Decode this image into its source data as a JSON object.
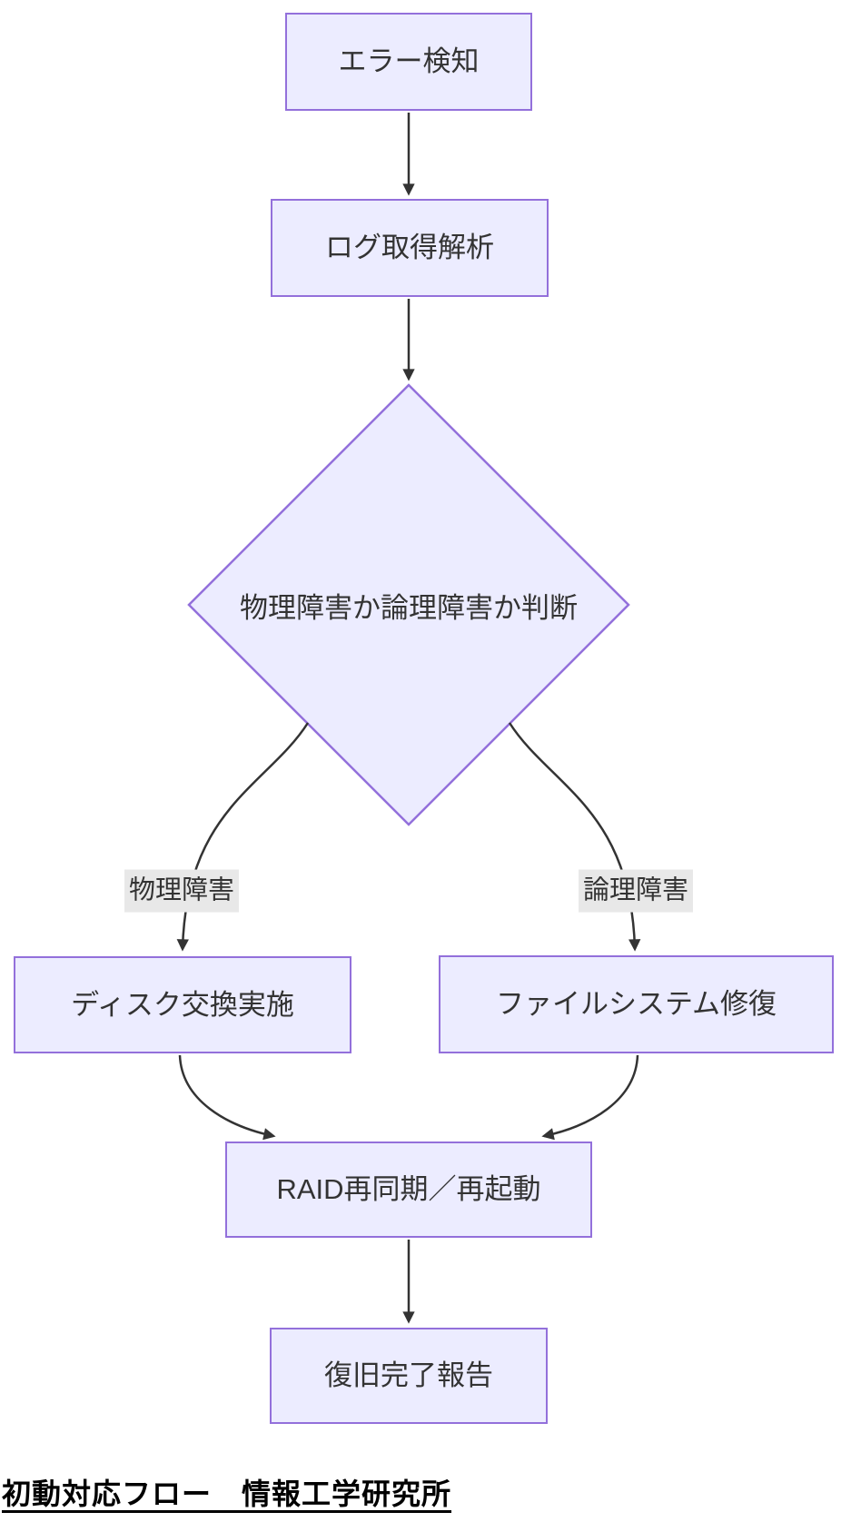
{
  "diagram": {
    "type": "flowchart",
    "direction": "top-down",
    "nodes": {
      "error_detection": "エラー検知",
      "log_analysis": "ログ取得解析",
      "decision": "物理障害か論理障害か判断",
      "disk_replacement": "ディスク交換実施",
      "filesystem_repair": "ファイルシステム修復",
      "raid_resync": "RAID再同期／再起動",
      "recovery_report": "復旧完了報告"
    },
    "edge_labels": {
      "physical": "物理障害",
      "logical": "論理障害"
    },
    "edges": [
      {
        "from": "error_detection",
        "to": "log_analysis",
        "label": ""
      },
      {
        "from": "log_analysis",
        "to": "decision",
        "label": ""
      },
      {
        "from": "decision",
        "to": "disk_replacement",
        "label": "物理障害"
      },
      {
        "from": "decision",
        "to": "filesystem_repair",
        "label": "論理障害"
      },
      {
        "from": "disk_replacement",
        "to": "raid_resync",
        "label": ""
      },
      {
        "from": "filesystem_repair",
        "to": "raid_resync",
        "label": ""
      },
      {
        "from": "raid_resync",
        "to": "recovery_report",
        "label": ""
      }
    ],
    "caption": "初動対応フロー　情報工学研究所",
    "colors": {
      "node_fill": "#ECECFF",
      "node_border": "#9370DB",
      "edge_line": "#333333",
      "edge_label_bg": "#E8E8E8",
      "node_text": "#333333",
      "caption_text": "#000000",
      "background": "#FFFFFF"
    }
  }
}
